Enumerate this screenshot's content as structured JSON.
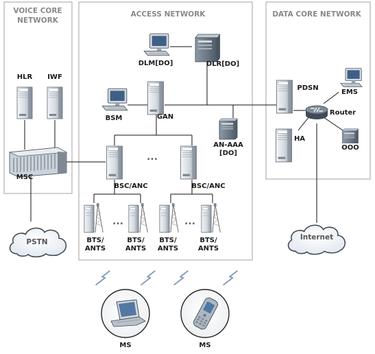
{
  "regions": {
    "voice_core": [
      "VOICE CORE",
      "NETWORK"
    ],
    "access": "ACCESS NETWORK",
    "data_core": "DATA CORE NETWORK"
  },
  "nodes": {
    "hlr": "HLR",
    "iwf": "IWF",
    "msc": "MSC",
    "pstn": "PSTN",
    "dlm": "DLM[DO]",
    "dlr": "DLR[DO]",
    "bsm": "BSM",
    "gan": "GAN",
    "an_aaa": [
      "AN-AAA",
      "[DO]"
    ],
    "bsc_left": "BSC/ANC",
    "bsc_right": "BSC/ANC",
    "bts": [
      "BTS/",
      "ANTS"
    ],
    "pdsn": "PDSN",
    "ems": "EMS",
    "router": "Router",
    "ha": "HA",
    "ooo": "OOO",
    "internet": "Internet",
    "ms_laptop": "MS",
    "ms_phone": "MS"
  },
  "ellipsis": "...",
  "colors": {
    "line": "#111111",
    "box_border": "#9a9a9a",
    "server_light": "#e8ecf0",
    "server_mid": "#b9c2cb",
    "server_dark": "#6f7a86",
    "cloud_fill": "#f3f6f9",
    "router_fill": "#5a6876",
    "signal": "#7d97b3"
  }
}
